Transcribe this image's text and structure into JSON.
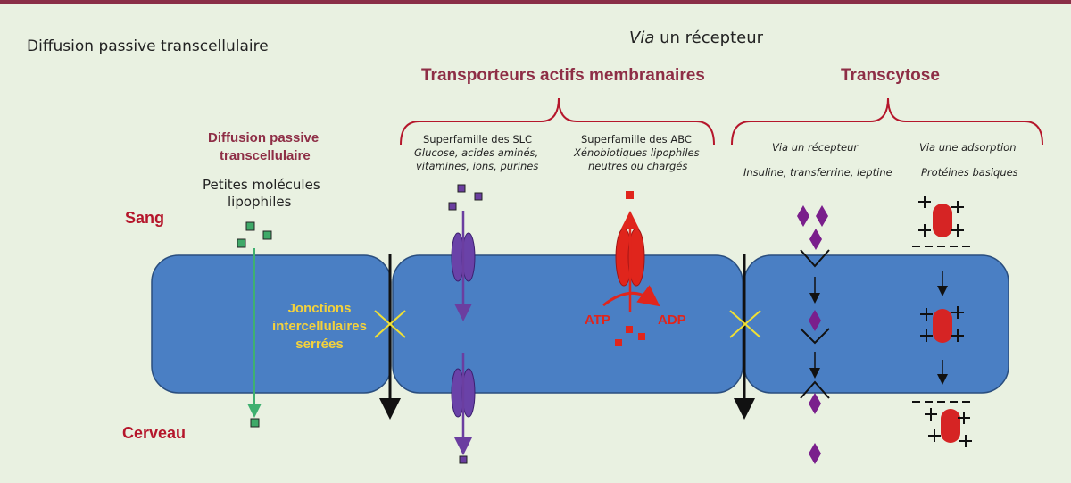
{
  "labels": {
    "left_heading": "Diffusion passive transcellulaire",
    "via_receptor_top_italic": "Via",
    "via_receptor_top_rest": " un récepteur",
    "transporters_title": "Transporteurs actifs membranaires",
    "transcytosis_title": "Transcytose",
    "diffusion_title_line1": "Diffusion passive",
    "diffusion_title_line2": "transcellulaire",
    "small_molecules_line1": "Petites molécules",
    "small_molecules_line2": "lipophiles",
    "slc_title": "Superfamille des SLC",
    "slc_desc_line1": "Glucose, acides aminés,",
    "slc_desc_line2": "vitamines, ions, purines",
    "abc_title": "Superfamille des ABC",
    "abc_desc_line1": "Xénobiotiques lipophiles",
    "abc_desc_line2": "neutres ou chargés",
    "receptor_italic": "Via",
    "receptor_rest": " un récepteur",
    "receptor_examples": "Insuline, transferrine, leptine",
    "adsorption_italic": "Via",
    "adsorption_rest": " une adsorption",
    "adsorption_examples": "Protéines basiques",
    "blood": "Sang",
    "brain": "Cerveau",
    "tight_junctions_line1": "Jonctions",
    "tight_junctions_line2": "intercellulaires",
    "tight_junctions_line3": "serrées",
    "atp": "ATP",
    "adp": "ADP"
  },
  "colors": {
    "cell": "#4a7fc4",
    "title": "#8e2e46",
    "red_label": "#b5162b",
    "slc_transporter": "#6b3ea0",
    "abc_transporter": "#e0251c",
    "small_molecule": "#3fa968",
    "receptor_ligand": "#7a1f8c",
    "basic_protein": "#d62424",
    "junction_text": "#f4d23c"
  },
  "icons": [
    "cross-junction-icon",
    "down-arrow-icon",
    "diamond-ligand-icon",
    "plus-charge-icon",
    "minus-charge-icon",
    "channel-transporter-icon"
  ]
}
